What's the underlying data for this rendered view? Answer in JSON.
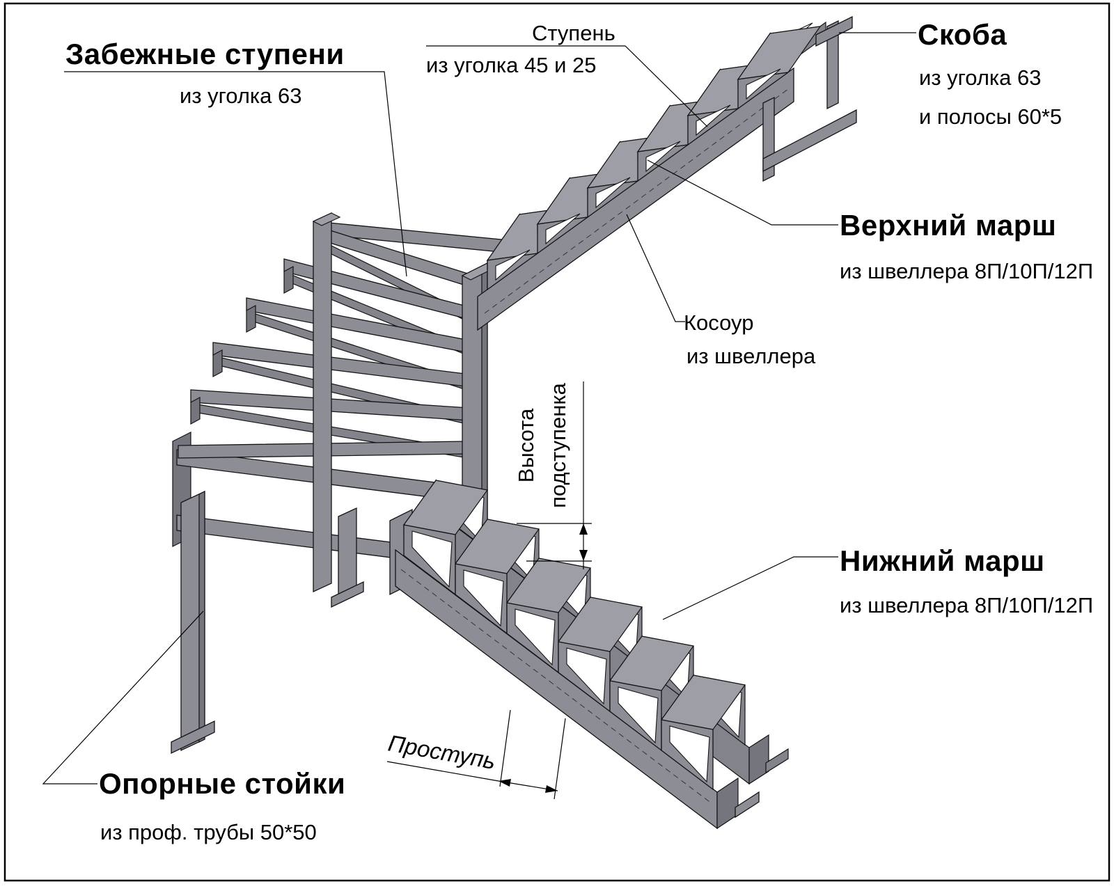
{
  "drawing": {
    "background": "#ffffff",
    "metal_color": "#8d8d95",
    "metal_light": "#9e9ea6",
    "metal_dark": "#75757e",
    "outline_color": "#141414",
    "border_color": "#000000"
  },
  "labels": {
    "winder_steps": {
      "title": "Забежные ступени",
      "subtitle": "из уголка 63"
    },
    "step": {
      "title": "Ступень",
      "subtitle": "из уголка 45 и 25"
    },
    "bracket": {
      "title": "Скоба",
      "subtitle1": "из уголка 63",
      "subtitle2": "и полосы 60*5"
    },
    "upper_flight": {
      "title": "Верхний марш",
      "subtitle": "из швеллера 8П/10П/12П"
    },
    "stringer": {
      "title": "Косоур",
      "subtitle": "из швеллера"
    },
    "riser_height": {
      "line1": "Высота",
      "line2": "подступенка"
    },
    "lower_flight": {
      "title": "Нижний марш",
      "subtitle": "из швеллера 8П/10П/12П"
    },
    "tread": {
      "title": "Проступь"
    },
    "supports": {
      "title": "Опорные стойки",
      "subtitle": "из проф. трубы 50*50"
    }
  }
}
